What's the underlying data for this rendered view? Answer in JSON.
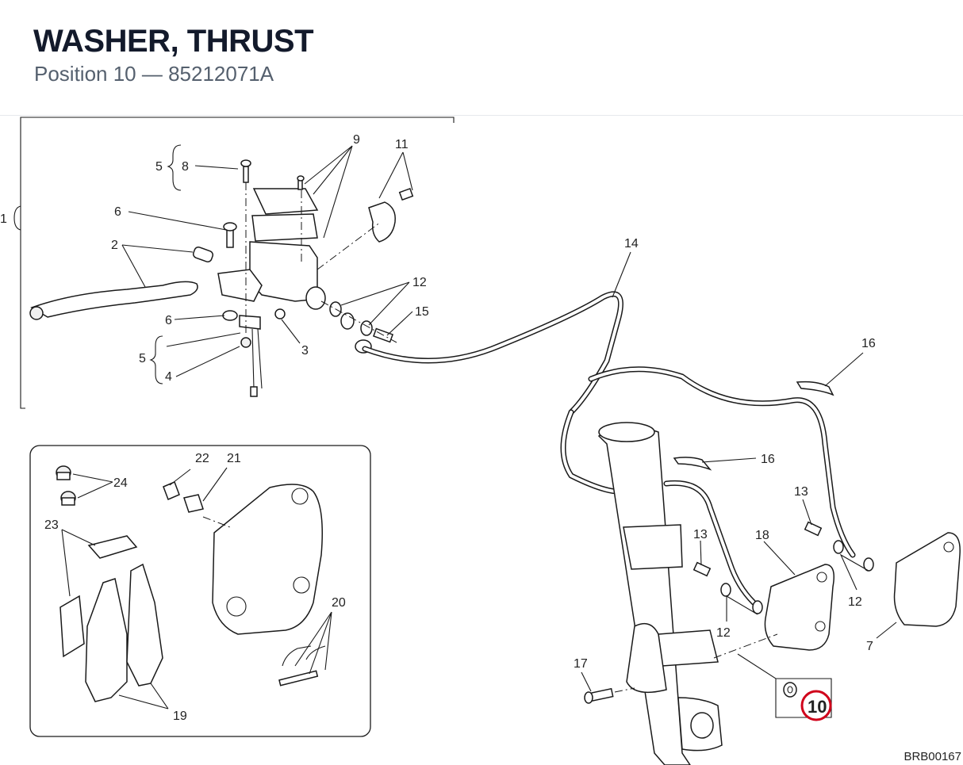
{
  "header": {
    "title": "WASHER, THRUST",
    "subtitle": "Position 10 — 85212071A"
  },
  "drawing_code": "BRB00167",
  "highlight": {
    "position": "10",
    "color": "#d0021b"
  },
  "callouts": [
    {
      "id": "c1a",
      "text": "1"
    },
    {
      "id": "c2",
      "text": "2"
    },
    {
      "id": "c3",
      "text": "3"
    },
    {
      "id": "c4",
      "text": "4"
    },
    {
      "id": "c5a",
      "text": "5"
    },
    {
      "id": "c5b",
      "text": "5"
    },
    {
      "id": "c6a",
      "text": "6"
    },
    {
      "id": "c6b",
      "text": "6"
    },
    {
      "id": "c7",
      "text": "7"
    },
    {
      "id": "c8",
      "text": "8"
    },
    {
      "id": "c9",
      "text": "9"
    },
    {
      "id": "c11",
      "text": "11"
    },
    {
      "id": "c12a",
      "text": "12"
    },
    {
      "id": "c12b",
      "text": "12"
    },
    {
      "id": "c12c",
      "text": "12"
    },
    {
      "id": "c13a",
      "text": "13"
    },
    {
      "id": "c13b",
      "text": "13"
    },
    {
      "id": "c14",
      "text": "14"
    },
    {
      "id": "c15",
      "text": "15"
    },
    {
      "id": "c16a",
      "text": "16"
    },
    {
      "id": "c16b",
      "text": "16"
    },
    {
      "id": "c17",
      "text": "17"
    },
    {
      "id": "c18",
      "text": "18"
    },
    {
      "id": "c19",
      "text": "19"
    },
    {
      "id": "c20",
      "text": "20"
    },
    {
      "id": "c21",
      "text": "21"
    },
    {
      "id": "c22",
      "text": "22"
    },
    {
      "id": "c23",
      "text": "23"
    },
    {
      "id": "c24",
      "text": "24"
    }
  ]
}
